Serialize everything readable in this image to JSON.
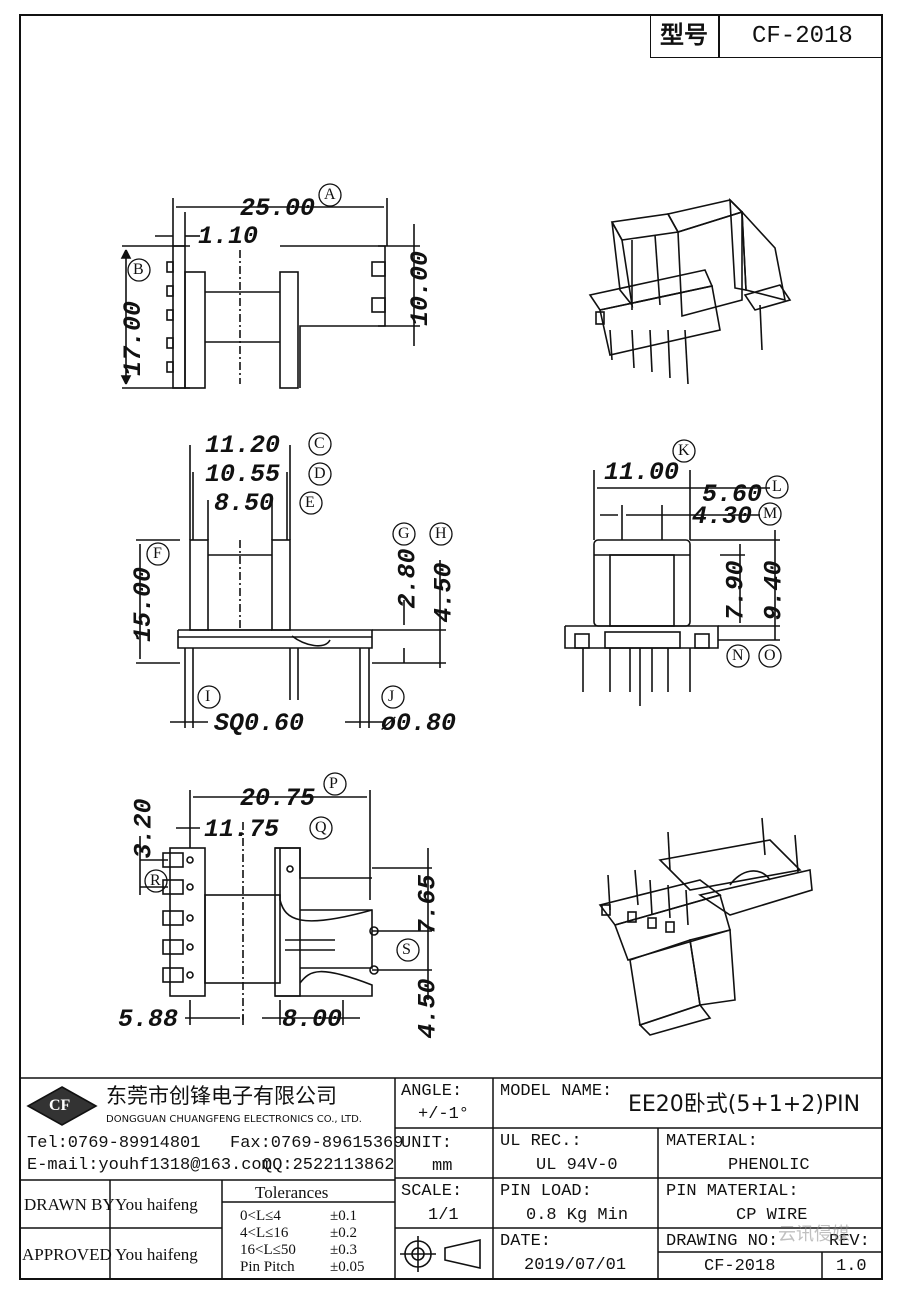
{
  "header": {
    "type_label": "型号",
    "model_code": "CF-2018"
  },
  "views": {
    "top": {
      "dim_overall_width": "25.00",
      "label_a": "A",
      "dim_flange": "1.10",
      "label_b": "B",
      "dim_height": "17.00",
      "dim_height_right": "10.00"
    },
    "front": {
      "dim_c": "11.20",
      "label_c": "C",
      "dim_d": "10.55",
      "label_d": "D",
      "dim_e": "8.50",
      "label_e": "E",
      "label_f": "F",
      "dim_f": "15.00",
      "label_g": "G",
      "dim_g": "2.80",
      "label_h": "H",
      "dim_h": "4.50",
      "label_i": "I",
      "dim_i": "SQ0.60",
      "label_j": "J",
      "dim_j": "ø0.80"
    },
    "side": {
      "label_k": "K",
      "dim_k": "11.00",
      "label_l": "L",
      "dim_l": "5.60",
      "label_m": "M",
      "dim_m": "4.30",
      "dim_n": "7.90",
      "dim_o": "9.40",
      "label_n": "N",
      "label_o": "O"
    },
    "bottom": {
      "dim_p": "20.75",
      "label_p": "P",
      "dim_q": "11.75",
      "label_q": "Q",
      "dim_r": "3.20",
      "label_r": "R",
      "dim_s1": "7.65",
      "dim_s2": "4.50",
      "label_s": "S",
      "dim_left": "5.88",
      "dim_pitch": "8.00"
    }
  },
  "company": {
    "logo": "CF",
    "name_cn": "东莞市创锋电子有限公司",
    "name_en": "DONGGUAN CHUANGFENG ELECTRONICS CO., LTD.",
    "tel": "Tel:0769-89914801",
    "fax": "Fax:0769-89615369",
    "email": "E-mail:youhf1318@163.com",
    "qq": "QQ:2522113862"
  },
  "title_block": {
    "angle_label": "ANGLE:",
    "angle_value": "+/-1°",
    "model_name_label": "MODEL NAME:",
    "model_name_value": "EE20卧式(5+1+2)PIN",
    "unit_label": "UNIT:",
    "unit_value": "mm",
    "ul_label": "UL REC.:",
    "ul_value": "UL 94V-0",
    "material_label": "MATERIAL:",
    "material_value": "PHENOLIC",
    "drawn_label": "DRAWN BY",
    "drawn_value": "You haifeng",
    "approved_label": "APPROVED",
    "approved_value": "You haifeng",
    "tolerances_title": "Tolerances",
    "tolerances": [
      {
        "range": "0<L≤4",
        "tol": "±0.1"
      },
      {
        "range": "4<L≤16",
        "tol": "±0.2"
      },
      {
        "range": "16<L≤50",
        "tol": "±0.3"
      },
      {
        "range": "Pin Pitch",
        "tol": "±0.05"
      }
    ],
    "scale_label": "SCALE:",
    "scale_value": "1/1",
    "pin_load_label": "PIN LOAD:",
    "pin_load_value": "0.8 Kg Min",
    "pin_material_label": "PIN MATERIAL:",
    "pin_material_value": "CP WIRE",
    "date_label": "DATE:",
    "date_value": "2019/07/01",
    "drawing_no_label": "DRAWING NO:",
    "drawing_no_value": "CF-2018",
    "rev_label": "REV:",
    "rev_value": "1.0"
  },
  "watermark": "云讯侵媒"
}
